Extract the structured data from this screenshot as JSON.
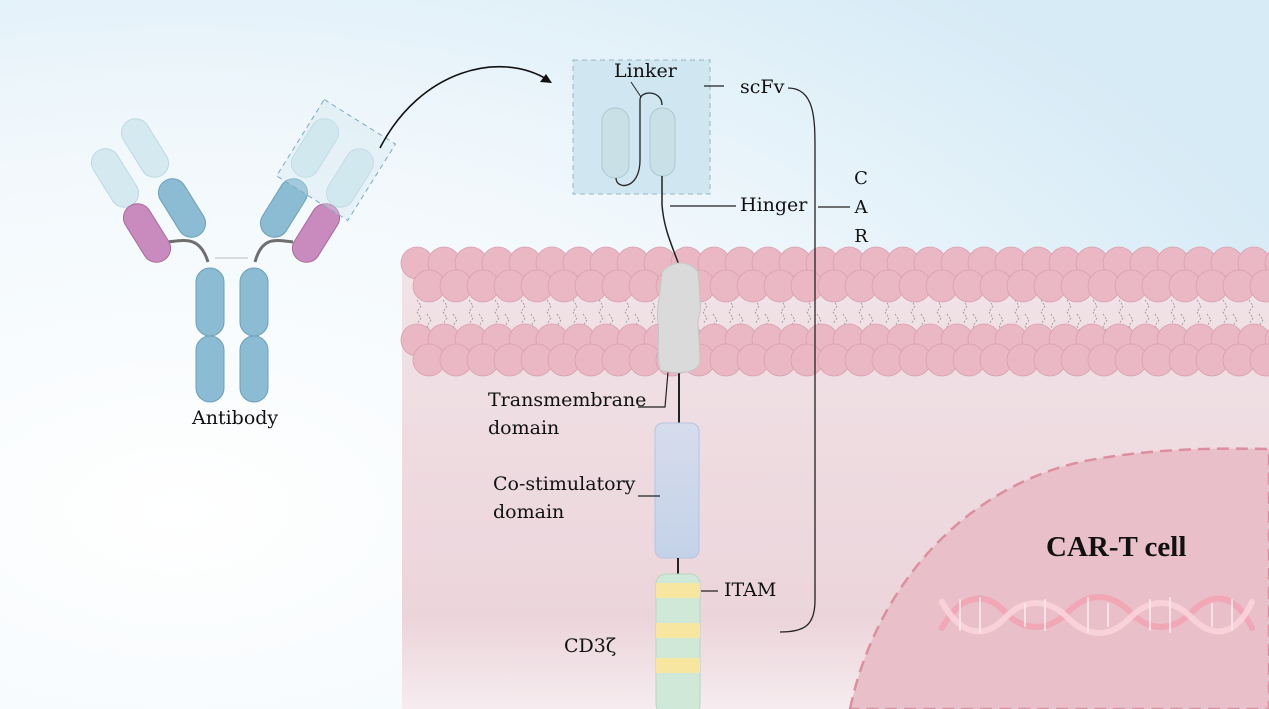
{
  "labels": {
    "antibody": "Antibody",
    "linker": "Linker",
    "scfv": "scFv",
    "hinge": "Hinger",
    "transmembrane_line1": "Transmembrane",
    "transmembrane_line2": "domain",
    "costim_line1": "Co-stimulatory",
    "costim_line2": "domain",
    "itam": "ITAM",
    "cd3z": "CD3ζ",
    "car_letters": [
      "C",
      "A",
      "R"
    ],
    "cell_title": "CAR-T cell"
  },
  "colors": {
    "antibody_light_chain": "#d3e9ee",
    "antibody_heavy_chain": "#8bbcd3",
    "antibody_pink_domain": "#c98bbe",
    "membrane_lipid_head": "#eab8c4",
    "cytoplasm": "#edd9de",
    "nucleus": "#e9bfc9",
    "costim_domain": "#cdd8ea",
    "cd3z_domain": "#cfe8d8",
    "itam_band": "#f7e6a0",
    "transmembrane_domain": "#dadada"
  }
}
